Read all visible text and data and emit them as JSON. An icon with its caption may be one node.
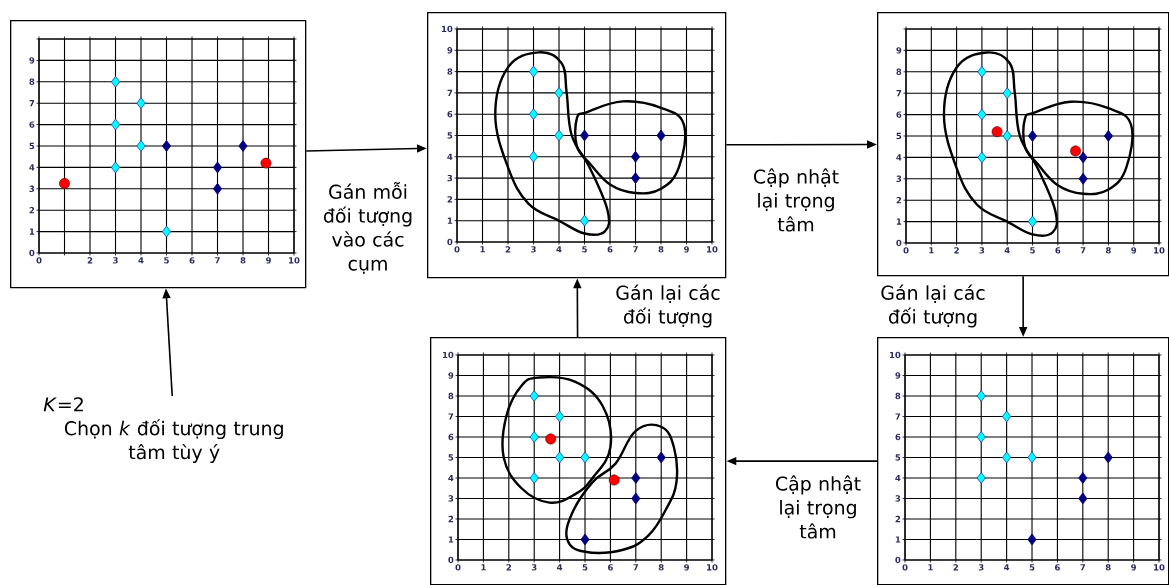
{
  "diagram": {
    "nodes": [
      {
        "text": [],
        "shape": "box"
      },
      {
        "text": [],
        "shape": "box"
      },
      {
        "text": [],
        "shape": "box"
      },
      {
        "text": [
          "*K*=2",
          "Chọn *k* đối tượng trung tâm tùy ý"
        ]
      },
      {
        "text": [],
        "shape": "box"
      },
      {
        "text": [],
        "shape": "box"
      }
    ],
    "edges": [
      {
        "from": 0,
        "to": 1,
        "arrow": "to",
        "label": "Gán mỗi đối tượng vào các cụm"
      },
      {
        "from": 1,
        "to": 2,
        "arrow": "to",
        "label": "Cập nhật lại trọng tâm"
      },
      {
        "from": 2,
        "to": 5,
        "arrow": "to",
        "label": "Gán lại các đối tượng"
      },
      {
        "from": 5,
        "to": 4,
        "arrow": "to",
        "label": "Cập nhật lại trọng tâm"
      },
      {
        "from": 4,
        "to": 1,
        "arrow": "to",
        "label": "Gán lại các đối tượng"
      },
      {
        "from": 3,
        "to": 0,
        "arrow": "to"
      }
    ],
    "chart_data": [
      {
        "type": "scatter",
        "xlim": [
          0,
          10
        ],
        "ylim": [
          0,
          10
        ],
        "xticks": [
          0,
          2,
          3,
          4,
          5,
          6,
          7,
          8,
          9,
          10
        ],
        "yticks": [
          0,
          1,
          2,
          3,
          4,
          5,
          6,
          7,
          8,
          9
        ],
        "grid": true,
        "series": [
          {
            "color": "#00ffff",
            "x": [
              3,
              4,
              3,
              4,
              3,
              5
            ],
            "values": [
              8,
              7,
              6,
              5,
              4,
              1
            ]
          },
          {
            "color": "#000080",
            "x": [
              5,
              7,
              7,
              8
            ],
            "values": [
              5,
              4,
              3,
              5
            ]
          },
          {
            "color": "#ff0000",
            "x": [
              1,
              8.9
            ],
            "values": [
              3.25,
              4.2
            ]
          }
        ]
      },
      {
        "type": "scatter",
        "xlim": [
          0,
          10
        ],
        "ylim": [
          0,
          10
        ],
        "xticks": [
          0,
          1,
          2,
          3,
          4,
          5,
          6,
          7,
          8,
          9,
          10
        ],
        "yticks": [
          0,
          1,
          2,
          3,
          4,
          5,
          6,
          7,
          8,
          9,
          10
        ],
        "grid": true,
        "series": [
          {
            "color": "#00ffff",
            "x": [
              3,
              4,
              3,
              4,
              3,
              5
            ],
            "values": [
              8,
              7,
              6,
              5,
              4,
              1
            ]
          },
          {
            "color": "#000080",
            "x": [
              5,
              7,
              7,
              8
            ],
            "values": [
              5,
              4,
              3,
              5
            ]
          }
        ]
      },
      {
        "type": "scatter",
        "xlim": [
          0,
          10
        ],
        "ylim": [
          0,
          10
        ],
        "xticks": [
          0,
          1,
          2,
          3,
          4,
          5,
          6,
          7,
          8,
          9,
          10
        ],
        "yticks": [
          0,
          1,
          2,
          3,
          4,
          5,
          6,
          7,
          8,
          9
        ],
        "grid": true,
        "series": [
          {
            "color": "#00ffff",
            "x": [
              3,
              4,
              3,
              4,
              3,
              5
            ],
            "values": [
              8,
              7,
              6,
              5,
              4,
              1
            ]
          },
          {
            "color": "#000080",
            "x": [
              5,
              7,
              7,
              8
            ],
            "values": [
              5,
              4,
              3,
              5
            ]
          },
          {
            "color": "#ff0000",
            "x": [
              3.6,
              6.7
            ],
            "values": [
              5.2,
              4.3
            ]
          }
        ]
      },
      {
        "type": "scatter",
        "xlim": [
          0,
          10
        ],
        "ylim": [
          0,
          10
        ],
        "xticks": [
          0,
          1,
          2,
          3,
          4,
          5,
          6,
          7,
          8,
          9,
          10
        ],
        "yticks": [
          0,
          1,
          2,
          3,
          4,
          5,
          6,
          7,
          8,
          9,
          10
        ],
        "grid": true,
        "series": [
          {
            "color": "#00ffff",
            "x": [
              3,
              4,
              3,
              4,
              5,
              3
            ],
            "values": [
              8,
              7,
              6,
              5,
              5,
              4
            ]
          },
          {
            "color": "#000080",
            "x": [
              7,
              7,
              8,
              5
            ],
            "values": [
              4,
              3,
              5,
              1
            ]
          },
          {
            "color": "#ff0000",
            "x": [
              3.65,
              6.15
            ],
            "values": [
              5.9,
              3.9
            ]
          }
        ]
      },
      {
        "type": "scatter",
        "xlim": [
          0,
          10
        ],
        "ylim": [
          0,
          10
        ],
        "xticks": [
          0,
          1,
          2,
          3,
          4,
          5,
          6,
          7,
          8,
          9,
          10
        ],
        "yticks": [
          0,
          1,
          2,
          3,
          4,
          5,
          6,
          7,
          8,
          9,
          10
        ],
        "grid": true,
        "series": [
          {
            "color": "#00ffff",
            "x": [
              3,
              4,
              3,
              4,
              5,
              3
            ],
            "values": [
              8,
              7,
              6,
              5,
              5,
              4
            ]
          },
          {
            "color": "#000080",
            "x": [
              7,
              7,
              8,
              5
            ],
            "values": [
              4,
              3,
              5,
              1
            ]
          }
        ]
      }
    ]
  }
}
